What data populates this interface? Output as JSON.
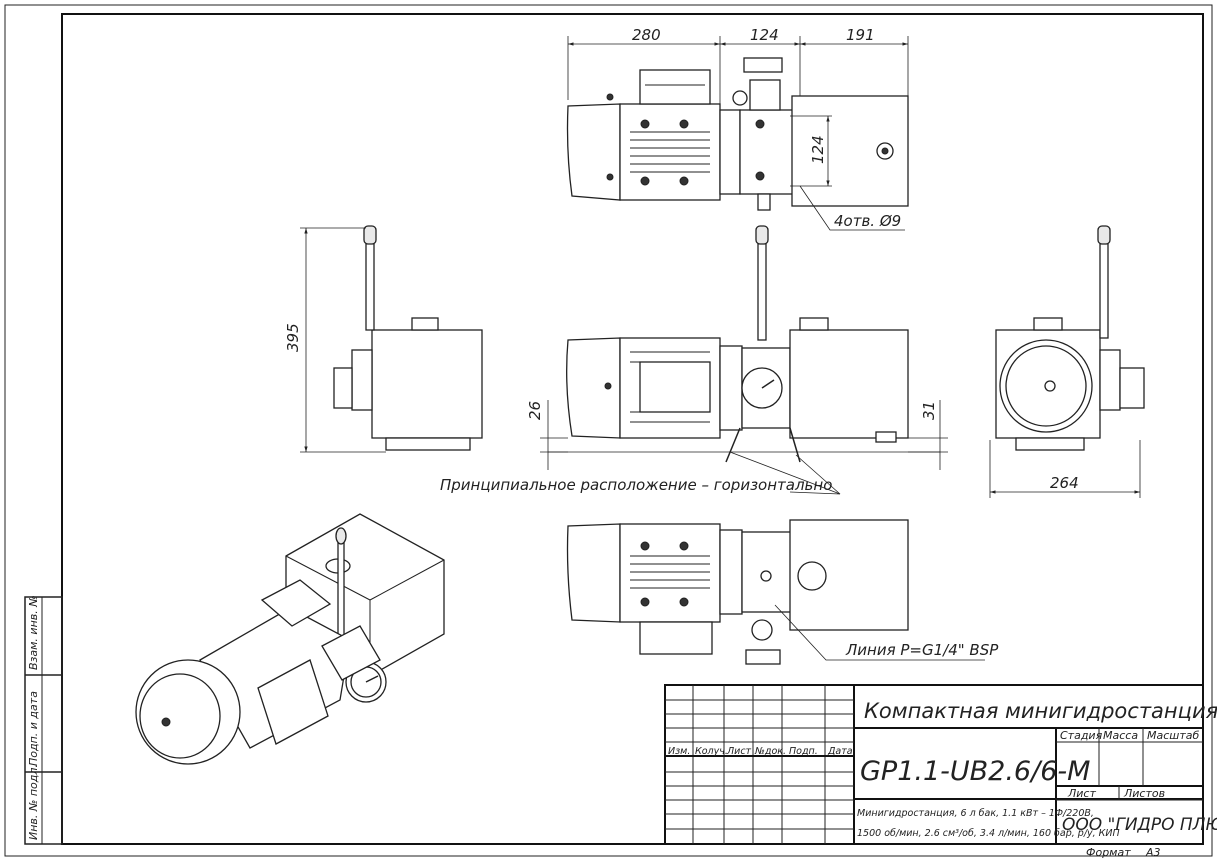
{
  "dimensions": {
    "top_width_1": "280",
    "top_width_2": "124",
    "top_width_3": "191",
    "top_mount_spacing": "124",
    "mount_holes": "4отв. Ø9",
    "side_height": "395",
    "front_offset_left": "26",
    "front_offset_right": "31",
    "end_width": "264"
  },
  "annotations": {
    "arrangement_note": "Принципиальное расположение – горизонтально",
    "pressure_line_note": "Линия P=G1/4\" BSP"
  },
  "title_block": {
    "product_title": "Компактная минигидростанция",
    "designation": "GP1.1-UB2.6/6-M",
    "description_line_1": "Минигидростанция, 6 л бак, 1.1 кВт – 1Ф/220В,",
    "description_line_2": "1500 об/мин, 2.6 см³/об, 3.4 л/мин, 160 бар, р/у, КИП",
    "company": "ООО \"ГИДРО ПЛЮС\"",
    "col_headers": [
      "Изм.",
      "Колуч.",
      "Лист",
      "№док.",
      "Подп.",
      "Дата"
    ],
    "stage_label": "Стадия",
    "mass_label": "Масса",
    "scale_label": "Масштаб",
    "sheet_label": "Лист",
    "sheets_label": "Листов",
    "format_label": "Формат",
    "format_value": "А3"
  },
  "left_margin": {
    "field_1": "Взам. инв. №",
    "field_2": "Подп. и дата",
    "field_3": "Инв. № подл."
  }
}
